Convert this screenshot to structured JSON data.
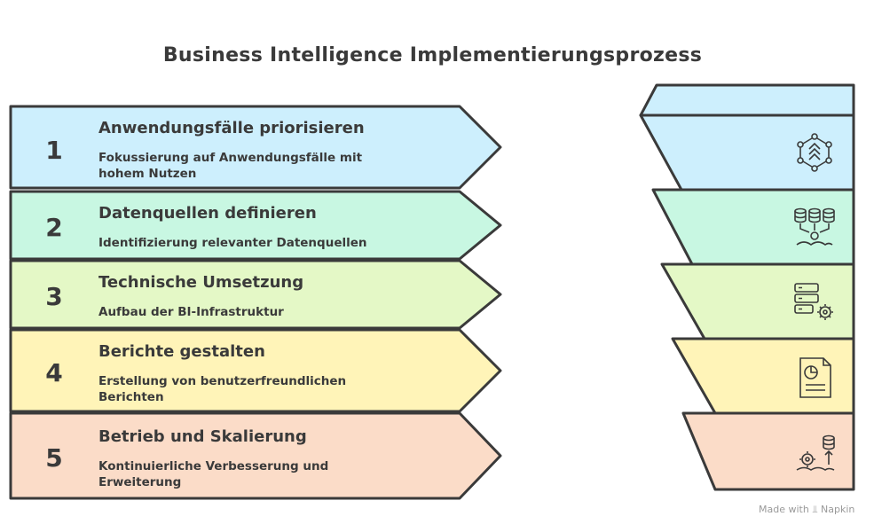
{
  "title": "Business Intelligence Implementierungsprozess",
  "steps": [
    {
      "number": "1",
      "title": "Anwendungsfälle priorisieren",
      "desc_lines": [
        "Fokussierung auf Anwendungsfälle mit",
        "hohem Nutzen"
      ],
      "color": "#cdeffd",
      "icon": "network-hierarchy-icon"
    },
    {
      "number": "2",
      "title": "Datenquellen definieren",
      "desc_lines": [
        "Identifizierung relevanter Datenquellen"
      ],
      "color": "#c8f7e2",
      "icon": "database-sources-icon"
    },
    {
      "number": "3",
      "title": "Technische Umsetzung",
      "desc_lines": [
        "Aufbau der BI-Infrastruktur"
      ],
      "color": "#e4f8c6",
      "icon": "server-gear-icon"
    },
    {
      "number": "4",
      "title": "Berichte gestalten",
      "desc_lines": [
        "Erstellung von benutzerfreundlichen",
        "Berichten"
      ],
      "color": "#fff4b8",
      "icon": "report-document-icon"
    },
    {
      "number": "5",
      "title": "Betrieb und Skalierung",
      "desc_lines": [
        "Kontinuierliche Verbesserung und",
        "Erweiterung"
      ],
      "color": "#fbdcc8",
      "icon": "scaling-gear-database-icon"
    }
  ],
  "footer": {
    "made_with": "Made with",
    "brand": "Napkin"
  },
  "stroke_color": "#3a3a3a"
}
